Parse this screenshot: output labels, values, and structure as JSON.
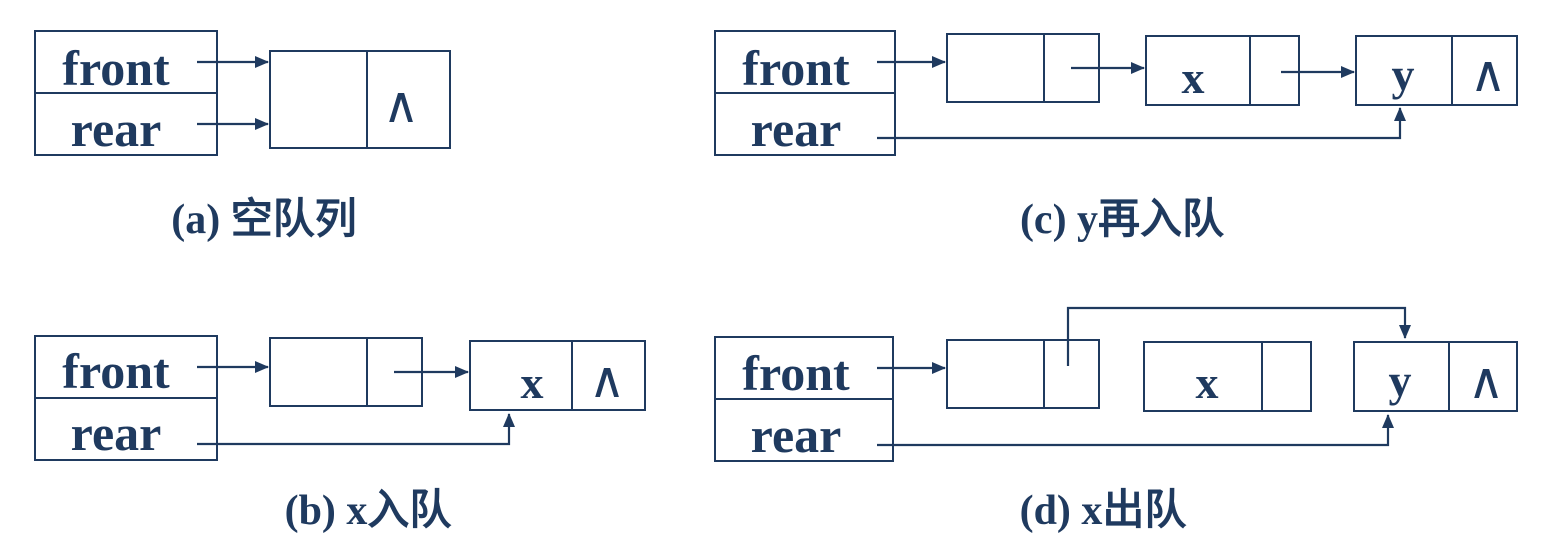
{
  "labels": {
    "front": "front",
    "rear": "rear",
    "null_symbol": "∧"
  },
  "panels": [
    {
      "id": "a",
      "caption": "(a) 空队列"
    },
    {
      "id": "b",
      "caption": "(b)  x入队",
      "node_values": [
        "",
        "x"
      ]
    },
    {
      "id": "c",
      "caption": "(c)  y再入队",
      "node_values": [
        "",
        "x",
        "y"
      ]
    },
    {
      "id": "d",
      "caption": "(d)  x出队",
      "node_values": [
        "",
        "x",
        "y"
      ]
    }
  ],
  "colors": {
    "ink": "#1f3a5f"
  }
}
